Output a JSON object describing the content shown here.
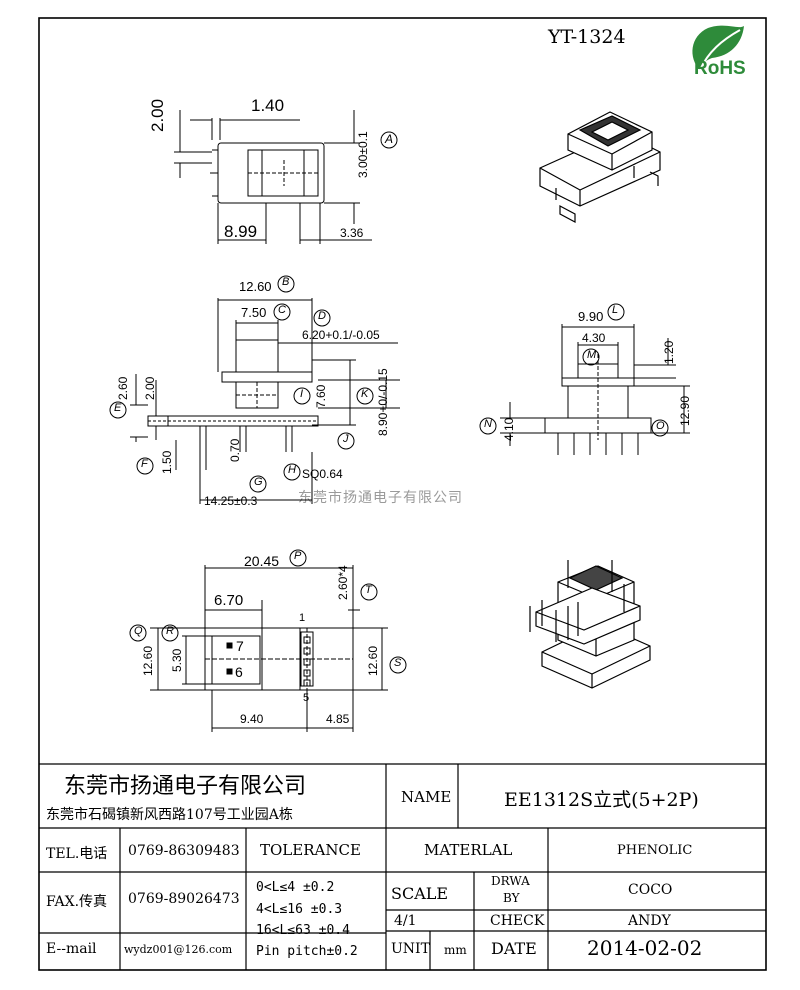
{
  "part_number": "YT-1324",
  "rohs_logo": {
    "text": "RoHS",
    "color": "#2e8b3a",
    "icon": "leaf-icon"
  },
  "watermark": "东莞市扬通电子有限公司",
  "views": {
    "top": {
      "dims": [
        "2.00",
        "1.40",
        "3.00±0.1",
        "8.99",
        "3.36"
      ],
      "callouts": [
        "A"
      ]
    },
    "front": {
      "dims": [
        "12.60",
        "7.50",
        "6.20+0.1/-0.05",
        "2.60",
        "2.00",
        "7.60",
        "8.90+0/-0.15",
        "0.70",
        "1.50",
        "SQ0.64",
        "14.25±0.3"
      ],
      "callouts": [
        "B",
        "C",
        "D",
        "E",
        "F",
        "G",
        "H",
        "I",
        "J",
        "K"
      ]
    },
    "side": {
      "dims": [
        "9.90",
        "4.30",
        "1.20",
        "4.10",
        "12.90"
      ],
      "callouts": [
        "L",
        "M",
        "N",
        "O"
      ]
    },
    "bottom": {
      "dims": [
        "20.45",
        "6.70",
        "2.60*4",
        "12.60",
        "5.30",
        "12.60",
        "9.40",
        "4.85"
      ],
      "pins": [
        "1",
        "5",
        "6",
        "7"
      ],
      "callouts": [
        "P",
        "Q",
        "R",
        "S",
        "T"
      ]
    }
  },
  "title_block": {
    "company_name": "东莞市扬通电子有限公司",
    "company_address": "东莞市石碣镇新风西路107号工业园A栋",
    "name_label": "NAME",
    "name_value": "EE1312S立式(5+2P)",
    "tel_label": "TEL.电话",
    "tel_value": "0769-86309483",
    "fax_label": "FAX.传真",
    "fax_value": "0769-89026473",
    "email_label": "E--mail",
    "email_value": "wydz001@126.com",
    "tolerance_label": "TOLERANCE",
    "tolerance_rows": [
      "0<L≤4   ±0.2",
      "4<L≤16  ±0.3",
      "16<L≤63 ±0.4",
      "Pin pitch±0.2"
    ],
    "material_label": "MATERLAL",
    "material_value": "PHENOLIC",
    "scale_label": "SCALE",
    "scale_value": "4/1",
    "drawn_label_1": "DRWA",
    "drawn_label_2": "BY",
    "drawn_value": "COCO",
    "check_label": "CHECK",
    "check_value": "ANDY",
    "unit_label": "UNIT",
    "unit_value": "mm",
    "date_label": "DATE",
    "date_value": "2014-02-02"
  }
}
